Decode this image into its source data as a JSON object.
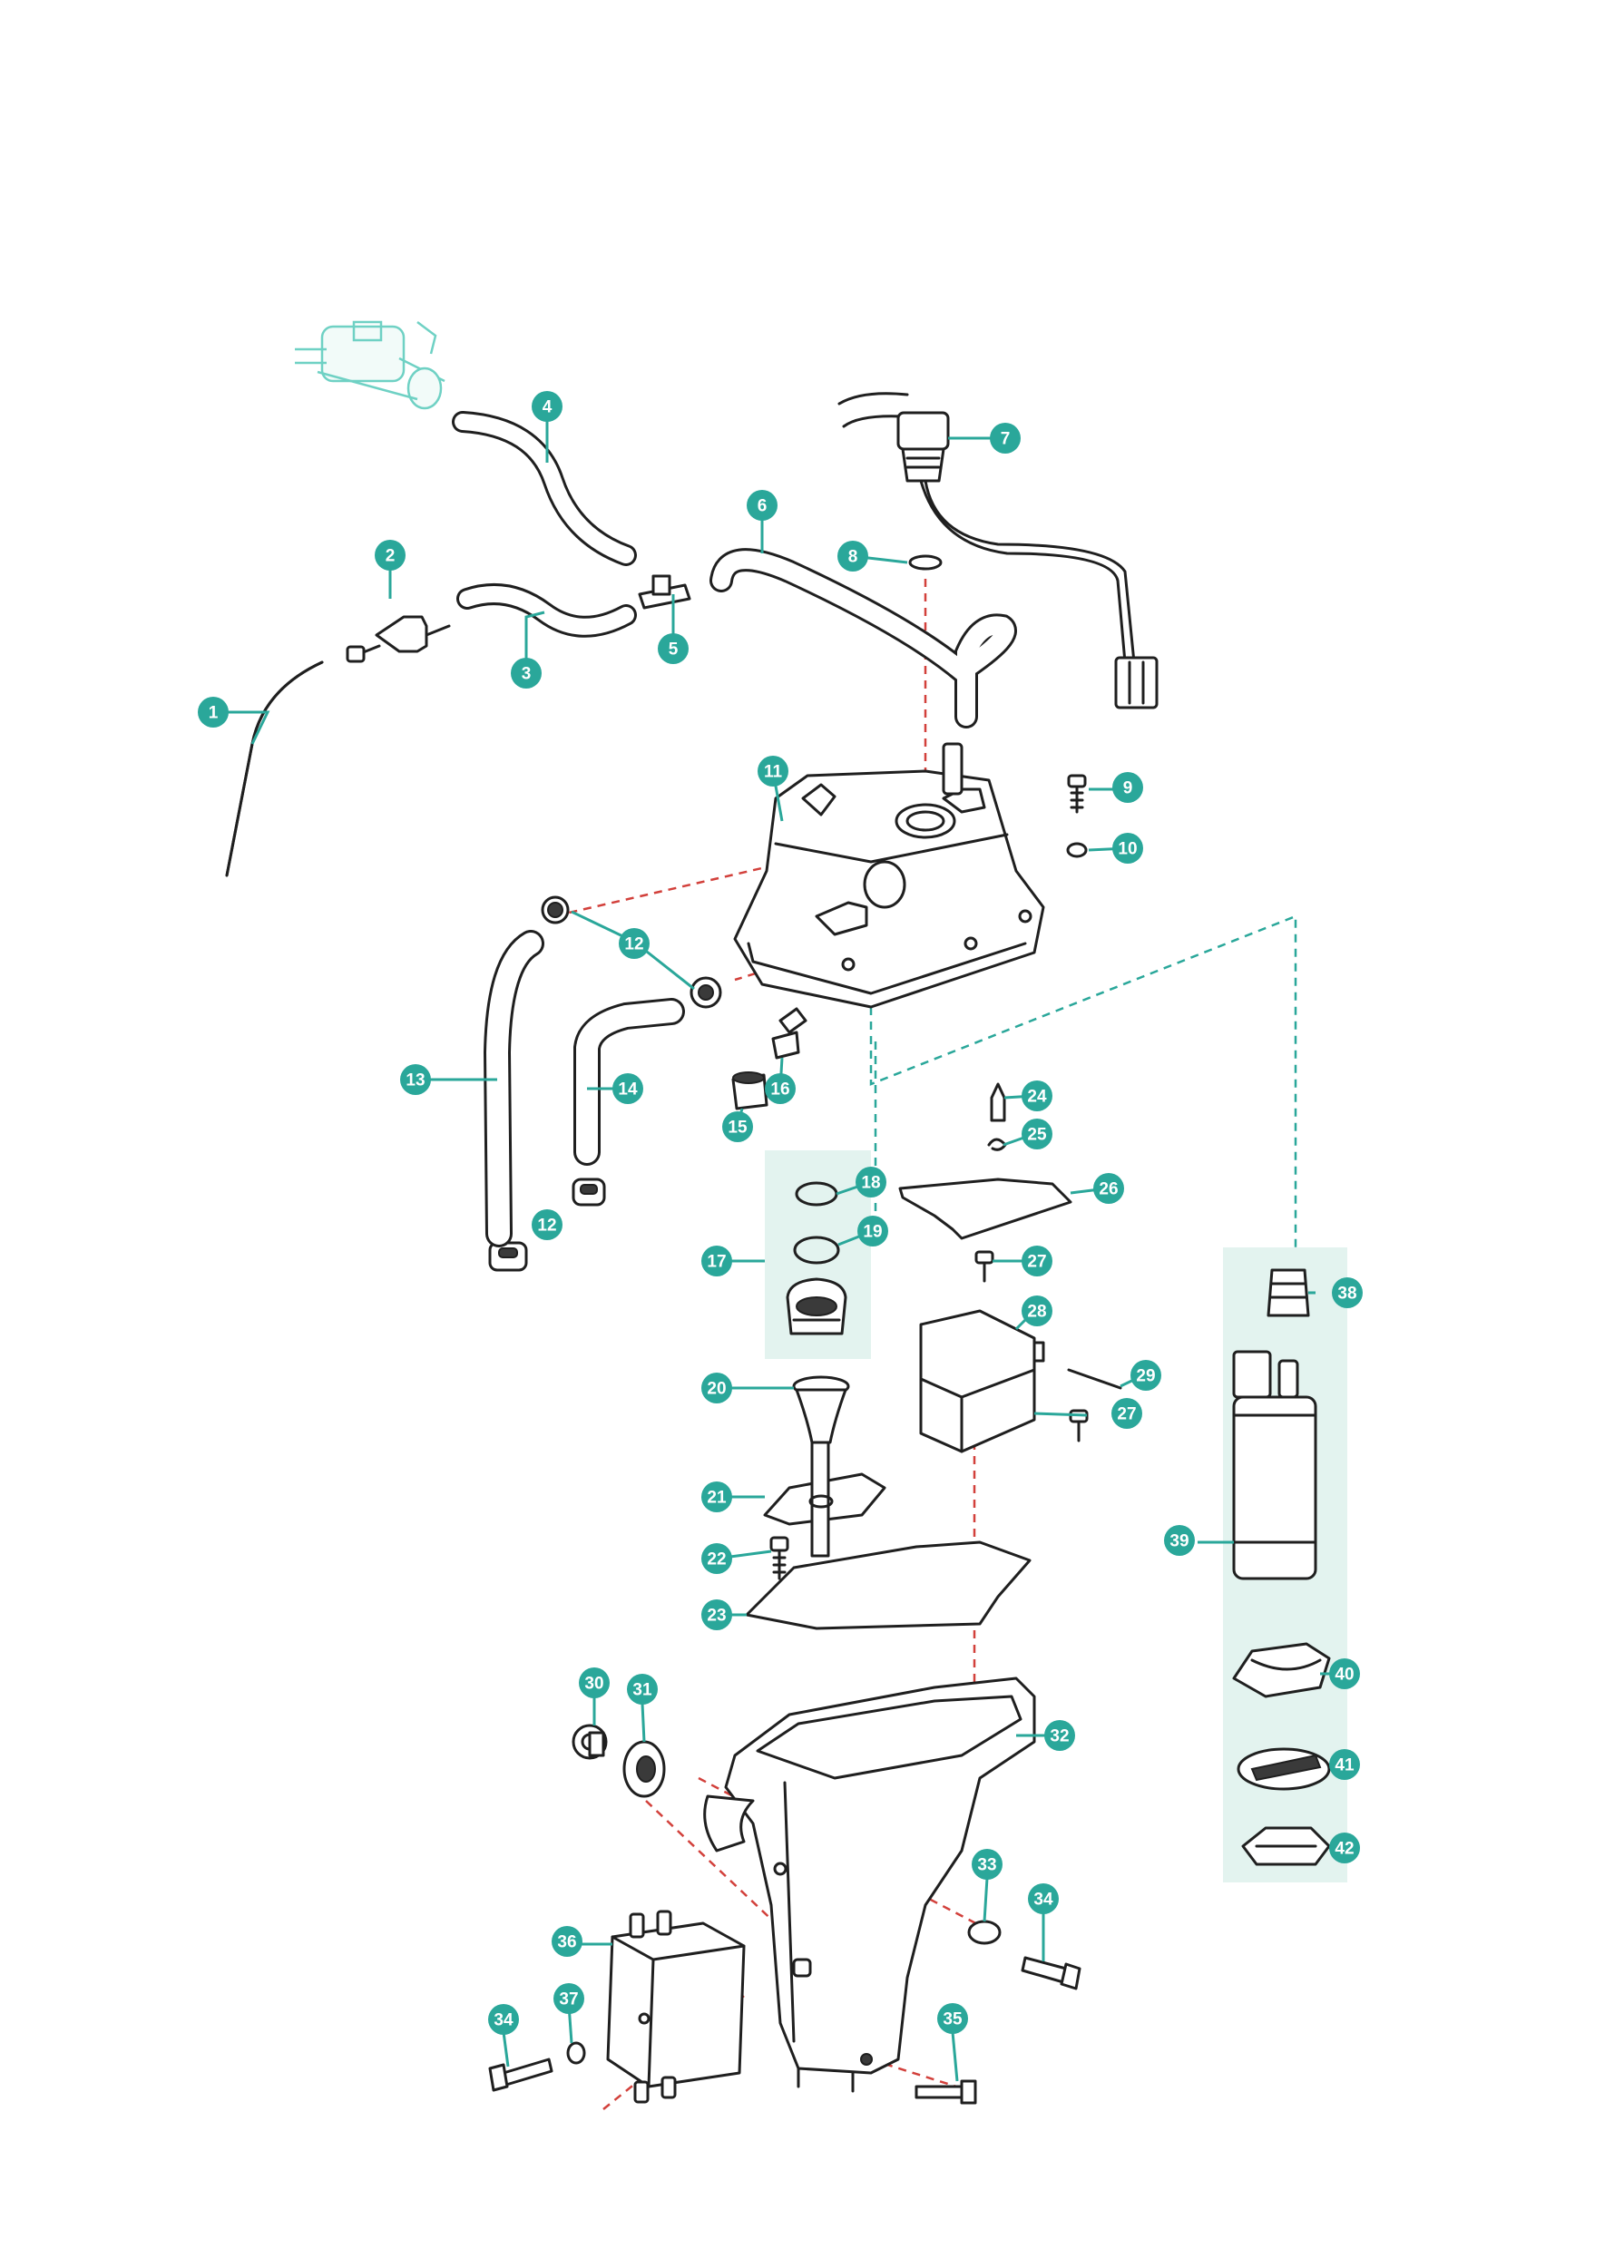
{
  "accent_color": "#2aa79a",
  "group_panel_color": "#e3f3ef",
  "callouts": [
    {
      "id": "c1",
      "label": "1"
    },
    {
      "id": "c2",
      "label": "2"
    },
    {
      "id": "c3",
      "label": "3"
    },
    {
      "id": "c4",
      "label": "4"
    },
    {
      "id": "c5",
      "label": "5"
    },
    {
      "id": "c6",
      "label": "6"
    },
    {
      "id": "c7",
      "label": "7"
    },
    {
      "id": "c8",
      "label": "8"
    },
    {
      "id": "c9",
      "label": "9"
    },
    {
      "id": "c10",
      "label": "10"
    },
    {
      "id": "c11",
      "label": "11"
    },
    {
      "id": "c12a",
      "label": "12"
    },
    {
      "id": "c12b",
      "label": "12"
    },
    {
      "id": "c13",
      "label": "13"
    },
    {
      "id": "c14",
      "label": "14"
    },
    {
      "id": "c15",
      "label": "15"
    },
    {
      "id": "c16",
      "label": "16"
    },
    {
      "id": "c17",
      "label": "17"
    },
    {
      "id": "c18",
      "label": "18"
    },
    {
      "id": "c19",
      "label": "19"
    },
    {
      "id": "c20",
      "label": "20"
    },
    {
      "id": "c21",
      "label": "21"
    },
    {
      "id": "c22",
      "label": "22"
    },
    {
      "id": "c23",
      "label": "23"
    },
    {
      "id": "c24",
      "label": "24"
    },
    {
      "id": "c25",
      "label": "25"
    },
    {
      "id": "c26",
      "label": "26"
    },
    {
      "id": "c27a",
      "label": "27"
    },
    {
      "id": "c27b",
      "label": "27"
    },
    {
      "id": "c28",
      "label": "28"
    },
    {
      "id": "c29",
      "label": "29"
    },
    {
      "id": "c30",
      "label": "30"
    },
    {
      "id": "c31",
      "label": "31"
    },
    {
      "id": "c32",
      "label": "32"
    },
    {
      "id": "c33",
      "label": "33"
    },
    {
      "id": "c34a",
      "label": "34"
    },
    {
      "id": "c34b",
      "label": "34"
    },
    {
      "id": "c35",
      "label": "35"
    },
    {
      "id": "c36",
      "label": "36"
    },
    {
      "id": "c37",
      "label": "37"
    },
    {
      "id": "c38",
      "label": "38"
    },
    {
      "id": "c39",
      "label": "39"
    },
    {
      "id": "c40",
      "label": "40"
    },
    {
      "id": "c41",
      "label": "41"
    },
    {
      "id": "c42",
      "label": "42"
    }
  ]
}
